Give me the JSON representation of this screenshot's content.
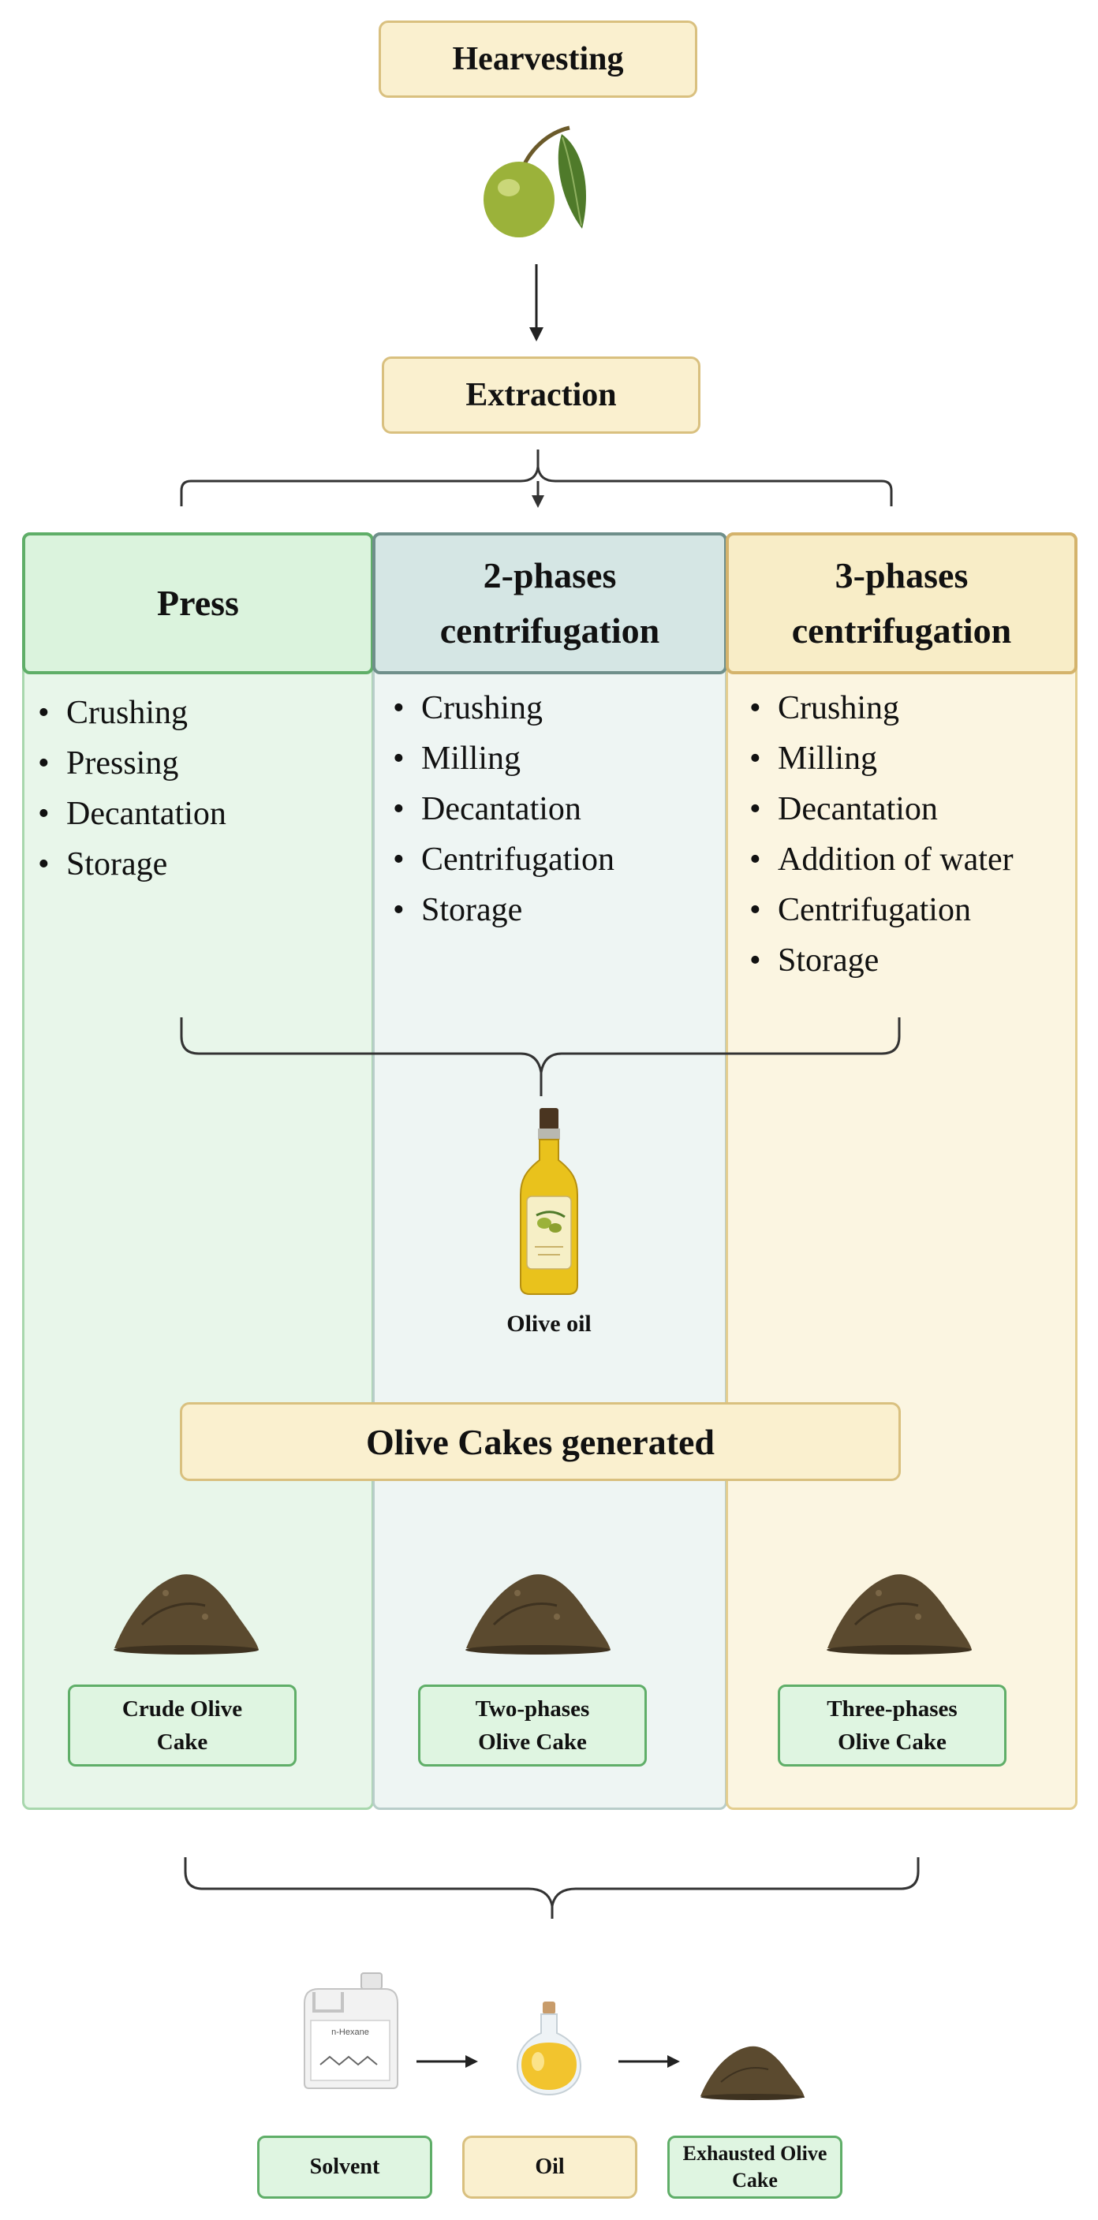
{
  "harvest": {
    "label": "Hearvesting"
  },
  "extraction": {
    "label": "Extraction"
  },
  "columns": [
    {
      "title_line1": "Press",
      "title_line2": "",
      "steps": [
        "Crushing",
        "Pressing",
        "Decantation",
        "Storage"
      ],
      "cake_line1": "Crude Olive",
      "cake_line2": "Cake"
    },
    {
      "title_line1": "2-phases",
      "title_line2": "centrifugation",
      "steps": [
        "Crushing",
        "Milling",
        "Decantation",
        "Centrifugation",
        "Storage"
      ],
      "cake_line1": "Two-phases",
      "cake_line2": "Olive Cake"
    },
    {
      "title_line1": "3-phases",
      "title_line2": "centrifugation",
      "steps": [
        "Crushing",
        "Milling",
        "Decantation",
        "Addition of water",
        "Centrifugation",
        "Storage"
      ],
      "cake_line1": "Three-phases",
      "cake_line2": "Olive Cake"
    }
  ],
  "olive_oil": {
    "label": "Olive oil"
  },
  "olive_cakes": {
    "label": "Olive Cakes generated"
  },
  "bottom": {
    "solvent": "Solvent",
    "oil": "Oil",
    "exhausted_line1": "Exhausted Olive",
    "exhausted_line2": "Cake",
    "hexane_label": "n-Hexane"
  },
  "colors": {
    "tan_fill": "#faf0cf",
    "tan_border": "#d9c07f",
    "green_fill": "#dff5e1",
    "green_border": "#5fae68",
    "olive_green": "#9bb23a",
    "oil_yellow": "#e9c21c",
    "pomace_brown": "#5b4a2f"
  }
}
